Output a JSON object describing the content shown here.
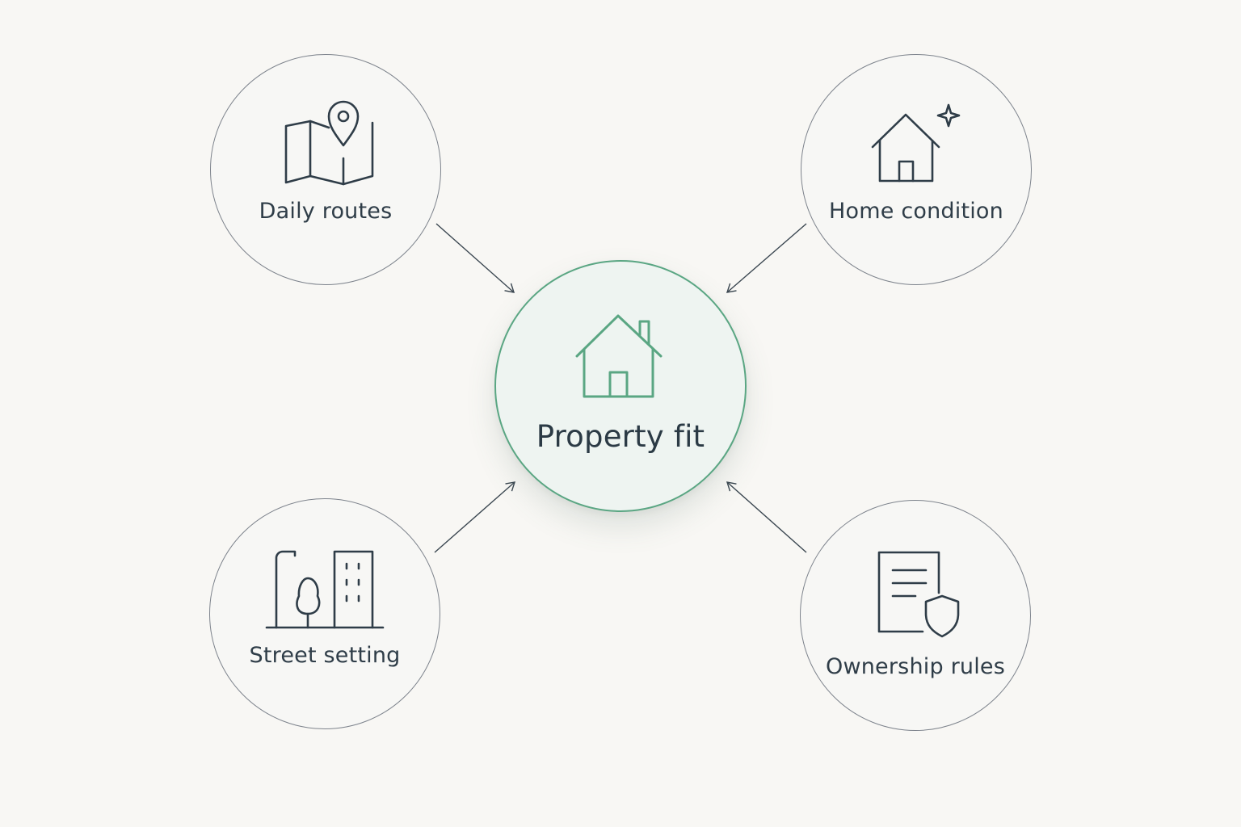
{
  "diagram": {
    "center": {
      "label": "Property fit",
      "icon": "house-chimney-icon",
      "color": "#5aa683"
    },
    "nodes": [
      {
        "id": "daily",
        "label": "Daily routes",
        "icon": "map-pin-icon"
      },
      {
        "id": "home",
        "label": "Home condition",
        "icon": "house-sparkle-icon"
      },
      {
        "id": "street",
        "label": "Street setting",
        "icon": "street-scene-icon"
      },
      {
        "id": "owner",
        "label": "Ownership rules",
        "icon": "document-shield-icon"
      }
    ],
    "edges": [
      {
        "from": "Daily routes",
        "to": "Property fit"
      },
      {
        "from": "Home condition",
        "to": "Property fit"
      },
      {
        "from": "Street setting",
        "to": "Property fit"
      },
      {
        "from": "Ownership rules",
        "to": "Property fit"
      }
    ],
    "colors": {
      "outline": "#7d838c",
      "icon": "#2f3d48",
      "accent": "#5aa683",
      "background": "#f8f7f4"
    }
  }
}
